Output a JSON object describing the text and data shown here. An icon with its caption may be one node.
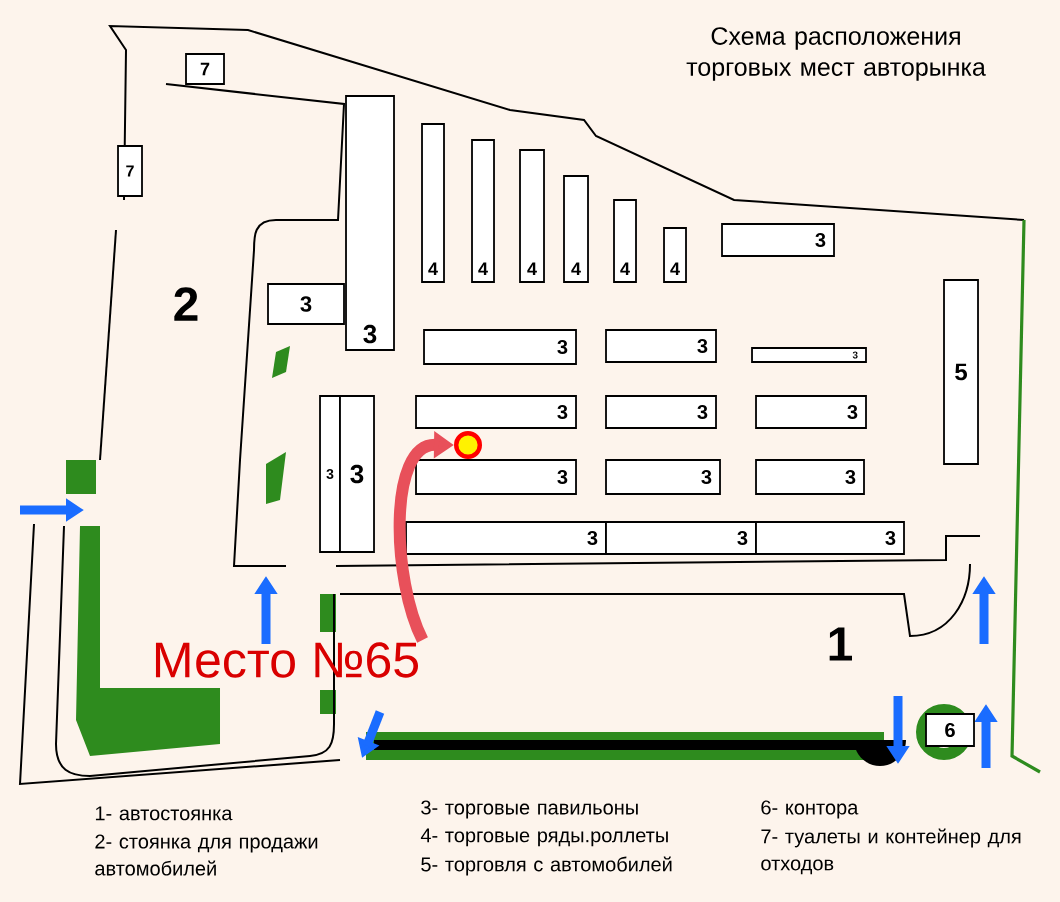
{
  "diagram": {
    "title": "Схема расположения торговых мест авторынка",
    "nodes": [
      {
        "text": [
          "7"
        ]
      },
      {
        "text": [
          "7"
        ]
      },
      {
        "text": [
          "3"
        ]
      },
      {
        "text": [
          "4"
        ]
      },
      {
        "text": [
          "4"
        ]
      },
      {
        "text": [
          "4"
        ]
      },
      {
        "text": [
          "4"
        ]
      },
      {
        "text": [
          "4"
        ]
      },
      {
        "text": [
          "4"
        ]
      },
      {
        "text": [
          "3"
        ]
      },
      {
        "text": [
          "3"
        ]
      },
      {
        "text": [
          "5"
        ]
      },
      {
        "text": [
          "3"
        ]
      },
      {
        "text": [
          "3"
        ]
      },
      {
        "text": [
          "3"
        ]
      },
      {
        "text": [],
        "shape": "circle"
      },
      {
        "text": [
          "3"
        ]
      },
      {
        "text": [
          "3"
        ]
      },
      {
        "text": [
          "3"
        ]
      },
      {
        "text": [
          "3"
        ]
      },
      {
        "text": [
          "3"
        ]
      },
      {
        "text": [
          "3"
        ]
      },
      {
        "text": [
          "3"
        ]
      },
      {
        "text": [
          "3"
        ]
      },
      {
        "text": [
          "3"
        ]
      },
      {
        "text": [
          "3"
        ]
      },
      {
        "text": [
          "3"
        ]
      },
      {
        "text": [
          "6"
        ]
      },
      {
        "text": [
          "Место №65"
        ]
      }
    ],
    "edges": [
      {
        "from": 28,
        "to": 15,
        "arrow": "to",
        "color": "#e8505a"
      }
    ],
    "labels": [
      "2",
      "1",
      "1- автостоянка",
      "2- стоянка для продажи автомобилей",
      "3- торговые павильоны",
      "4- торговые ряды.роллеты",
      "5- торговля с автомобилей",
      "6- контора",
      "7- туалеты и контейнер для отходов"
    ]
  }
}
